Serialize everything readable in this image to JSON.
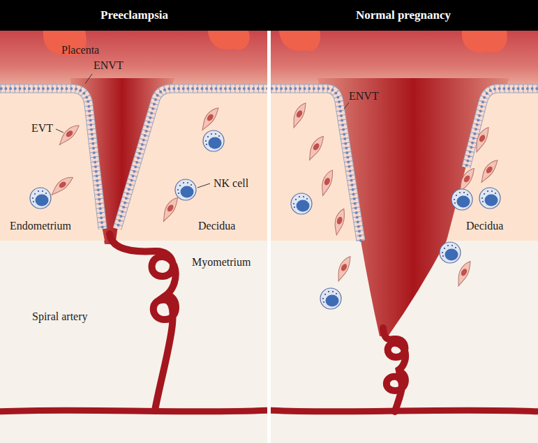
{
  "diagram": {
    "nodes": [
      {
        "text": [
          "Preeclampsia"
        ]
      },
      {
        "text": [
          "Normal pregnancy"
        ]
      }
    ],
    "labels": [
      "Placenta",
      "ENVT",
      "EVT",
      "NK cell",
      "Endometrium",
      "Decidua",
      "Myometrium",
      "Spiral artery",
      "ENVT",
      "Decidua"
    ]
  }
}
